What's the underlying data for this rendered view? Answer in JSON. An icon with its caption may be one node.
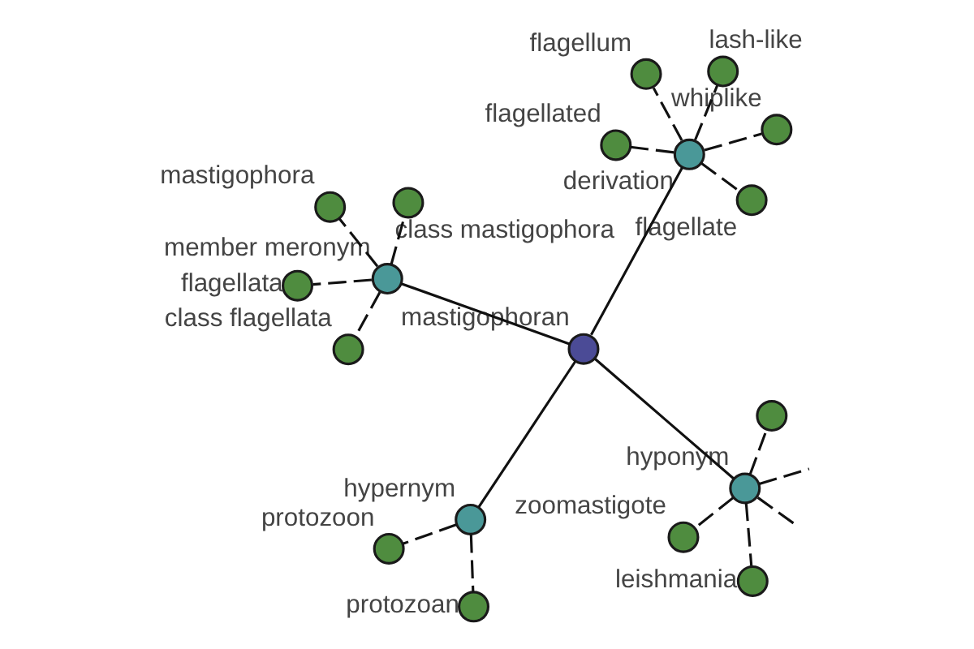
{
  "diagram": {
    "nodes": [
      {
        "text": [],
        "shape": "circle"
      },
      {
        "text": [
          "zoomastigote"
        ]
      },
      {
        "text": [
          "leishmania"
        ]
      },
      {
        "text": [
          "hyponym"
        ]
      },
      {
        "text": [
          "flagellated"
        ]
      },
      {
        "text": [
          "whiplike"
        ]
      },
      {
        "text": [
          "flagellum"
        ]
      },
      {
        "text": [
          "derivation"
        ]
      },
      {
        "text": [
          "protozoan"
        ]
      },
      {
        "text": [
          "flagellate"
        ]
      },
      {
        "text": [
          "lash-like"
        ]
      },
      {
        "text": [
          "hypernym"
        ]
      },
      {
        "text": [
          "mastigophoran"
        ]
      },
      {
        "text": [
          "protozoon"
        ]
      },
      {
        "text": [
          "member meronym"
        ]
      },
      {
        "text": [
          "mastigophora"
        ]
      },
      {
        "text": [
          "flagellata"
        ]
      },
      {
        "text": [
          "class flagellata"
        ]
      },
      {
        "text": [
          "class mastigophora"
        ]
      }
    ],
    "edges": [
      {
        "from": 12,
        "to": 3,
        "arrow": "none"
      },
      {
        "from": 12,
        "to": 7,
        "arrow": "none"
      },
      {
        "from": 12,
        "to": 11,
        "arrow": "none"
      },
      {
        "from": 12,
        "to": 14,
        "arrow": "none"
      },
      {
        "from": 3,
        "to": 0,
        "arrow": "none",
        "style": "dashed"
      },
      {
        "from": 3,
        "to": 1,
        "arrow": "none",
        "style": "dashed"
      },
      {
        "from": 3,
        "to": 2,
        "arrow": "none",
        "style": "dashed"
      },
      {
        "from": 3,
        "to": null,
        "arrow": "none",
        "style": "dashed"
      },
      {
        "from": 3,
        "to": null,
        "arrow": "none",
        "style": "dashed"
      },
      {
        "from": 7,
        "to": 4,
        "arrow": "none",
        "style": "dashed"
      },
      {
        "from": 7,
        "to": 5,
        "arrow": "none",
        "style": "dashed"
      },
      {
        "from": 7,
        "to": 6,
        "arrow": "none",
        "style": "dashed"
      },
      {
        "from": 7,
        "to": 9,
        "arrow": "none",
        "style": "dashed"
      },
      {
        "from": 7,
        "to": 10,
        "arrow": "none",
        "style": "dashed"
      },
      {
        "from": 11,
        "to": 8,
        "arrow": "none",
        "style": "dashed"
      },
      {
        "from": 11,
        "to": 13,
        "arrow": "none",
        "style": "dashed"
      },
      {
        "from": 14,
        "to": 15,
        "arrow": "none",
        "style": "dashed"
      },
      {
        "from": 14,
        "to": 16,
        "arrow": "none",
        "style": "dashed"
      },
      {
        "from": 14,
        "to": 17,
        "arrow": "none",
        "style": "dashed"
      },
      {
        "from": 14,
        "to": 18,
        "arrow": "none",
        "style": "dashed"
      }
    ]
  }
}
